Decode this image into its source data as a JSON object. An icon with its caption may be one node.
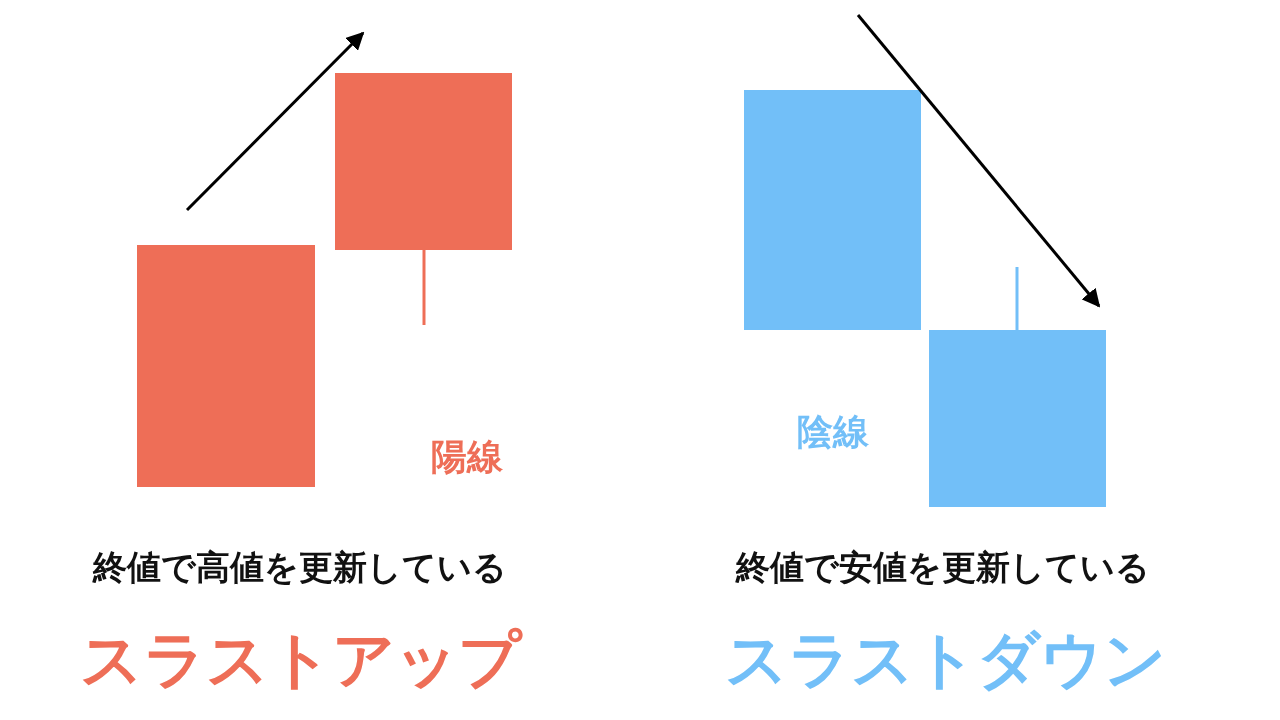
{
  "diagram": {
    "labels": [
      "陽線",
      "陰線",
      "終値で高値を更新している",
      "終値で安値を更新している",
      "スラストアップ",
      "スラストダウン"
    ]
  }
}
